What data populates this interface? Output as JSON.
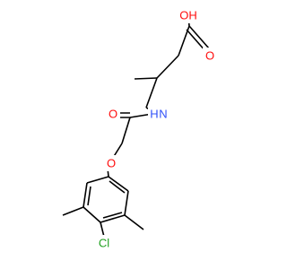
{
  "molecule": {
    "atoms": {
      "hydroxyl": "OH",
      "carboxyl_oxygen": "O",
      "amide_nitrogen": "N",
      "amide_hydrogen": "H",
      "amide_oxygen": "O",
      "ether_oxygen": "O",
      "chlorine": "Cl"
    }
  },
  "colors": {
    "bond": "#000000",
    "oxygen": "#ff0d0d",
    "nitrogen": "#3050f8",
    "chlorine": "#1fa01f"
  }
}
